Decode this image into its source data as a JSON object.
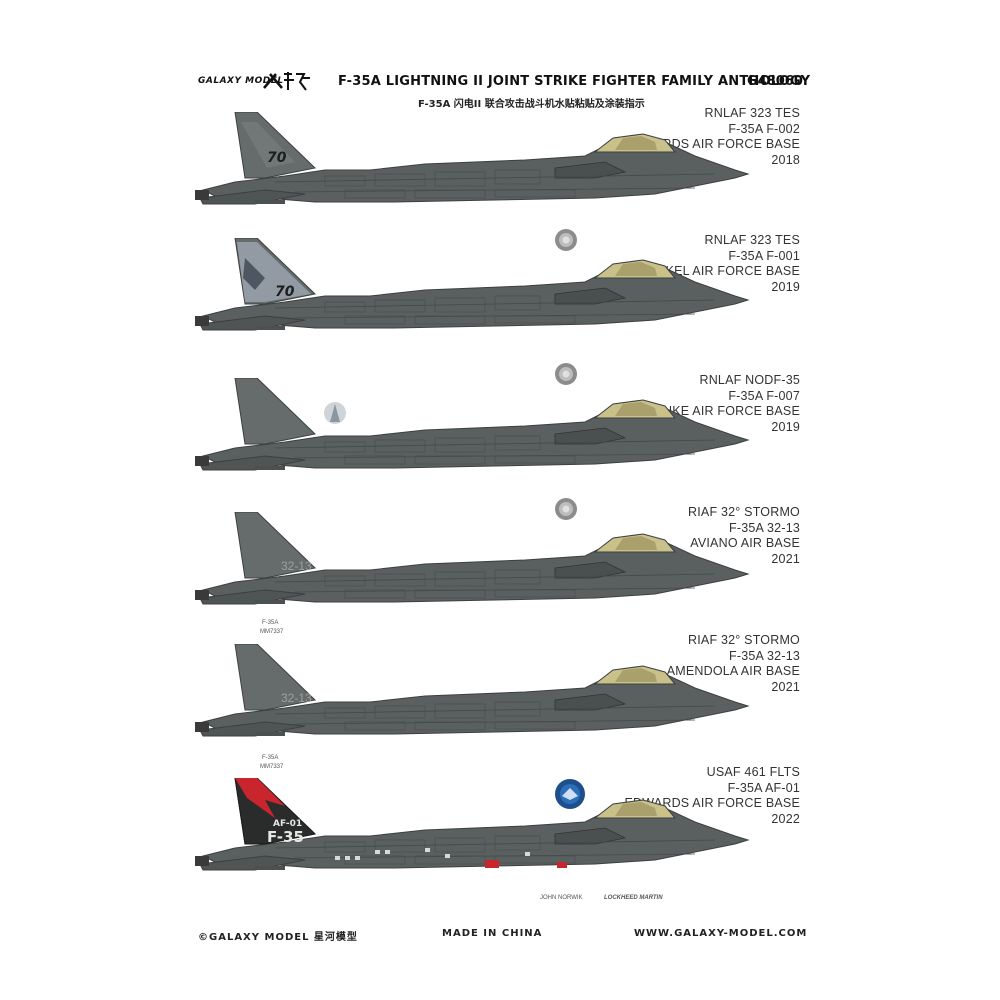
{
  "header": {
    "brand": "GALAXY MODEL",
    "title": "F-35A LIGHTNING II JOINT STRIKE FIGHTER FAMILY ANTHOLOGY",
    "code": "G48060",
    "subtitle": "F-35A 闪电II 联合攻击战斗机水贴粘贴及涂装指示"
  },
  "schemes": [
    {
      "unit": "RNLAF 323 TES",
      "serial": "F-35A F-002",
      "base": "EDWARDS AIR FORCE BASE",
      "year": "2018",
      "tail_text": "70"
    },
    {
      "unit": "RNLAF 323 TES",
      "serial": "F-35A F-001",
      "base": "VOLKEL AIR FORCE BASE",
      "year": "2019",
      "tail_text": "70"
    },
    {
      "unit": "RNLAF NODF-35",
      "serial": "F-35A F-007",
      "base": "LUKE AIR FORCE BASE",
      "year": "2019"
    },
    {
      "unit": "RIAF 32° STORMO",
      "serial": "F-35A 32-13",
      "base": "AVIANO AIR BASE",
      "year": "2021",
      "tail_text": "32-13"
    },
    {
      "unit": "RIAF 32° STORMO",
      "serial": "F-35A 32-13",
      "base": "AMENDOLA AIR BASE",
      "year": "2021",
      "tail_text": "32-13"
    },
    {
      "unit": "USAF 461 FLTS",
      "serial": "F-35A AF-01",
      "base": "EDWARDS AIR FORCE BASE",
      "year": "2022",
      "tail_text": "AF-01",
      "tail_text2": "F-35"
    }
  ],
  "markings": {
    "rear_tag_1": "F-35A",
    "rear_tag_2": "MM7337",
    "pilot_name": "JOHN NORWIK",
    "maker": "LOCKHEED MARTIN"
  },
  "footer": {
    "copyright": "©GALAXY MODEL 星河模型",
    "made_in": "MADE IN CHINA",
    "website": "WWW.GALAXY-MODEL.COM"
  },
  "colors": {
    "fuselage": "#5a5f5f",
    "fuselage_light": "#737878",
    "panel_line": "#3c4040",
    "canopy": "#c9c08a",
    "tail_red": "#c8262c",
    "roundel_nl": "#8c8c8c"
  }
}
